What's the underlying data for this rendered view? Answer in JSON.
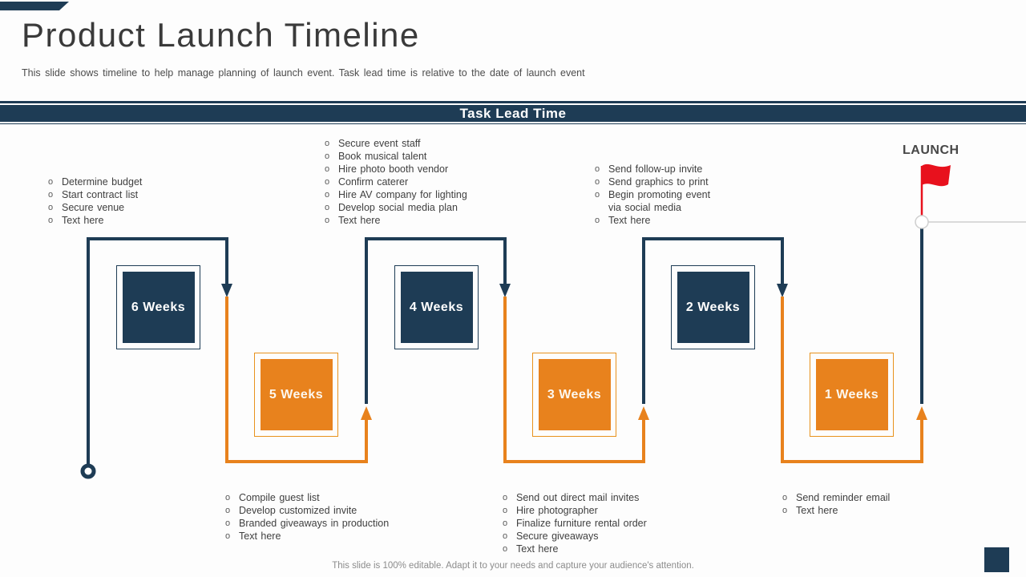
{
  "title": "Product Launch Timeline",
  "subtitle": "This slide shows timeline to help manage planning of launch event. Task lead time is relative to the date of launch event",
  "banner": {
    "label": "Task Lead Time"
  },
  "launch_label": "LAUNCH",
  "footer": "This slide is 100% editable. Adapt it to your needs and capture your audience's attention.",
  "bullet": "o",
  "colors": {
    "navy": "#1e3c55",
    "orange": "#e8821d",
    "flag_red": "#e8111d",
    "launch_line_gray": "#dadada"
  },
  "milestones": [
    {
      "label": "6 Weeks",
      "color": "navy"
    },
    {
      "label": "5 Weeks",
      "color": "orange"
    },
    {
      "label": "4 Weeks",
      "color": "navy"
    },
    {
      "label": "3 Weeks",
      "color": "orange"
    },
    {
      "label": "2 Weeks",
      "color": "navy"
    },
    {
      "label": "1 Weeks",
      "color": "orange"
    }
  ],
  "task_groups": {
    "top_left": {
      "items": [
        "Determine budget",
        "Start contract list",
        "Secure venue",
        "Text here"
      ]
    },
    "top_center": {
      "items": [
        "Secure event staff",
        "Book musical talent",
        "Hire photo booth vendor",
        "Confirm caterer",
        "Hire AV company for lighting",
        "Develop social media plan",
        "Text here"
      ]
    },
    "top_right": {
      "items": [
        "Send follow-up invite",
        "Send graphics to print",
        "Begin promoting event via social media",
        "Text here"
      ]
    },
    "bottom_left": {
      "items": [
        "Compile guest list",
        "Develop customized invite",
        "Branded giveaways in production",
        "Text here"
      ]
    },
    "bottom_center": {
      "items": [
        "Send out direct mail invites",
        "Hire photographer",
        "Finalize furniture rental order",
        "Secure giveaways",
        "Text here"
      ]
    },
    "bottom_right": {
      "items": [
        "Send reminder email",
        "Text here"
      ]
    }
  }
}
